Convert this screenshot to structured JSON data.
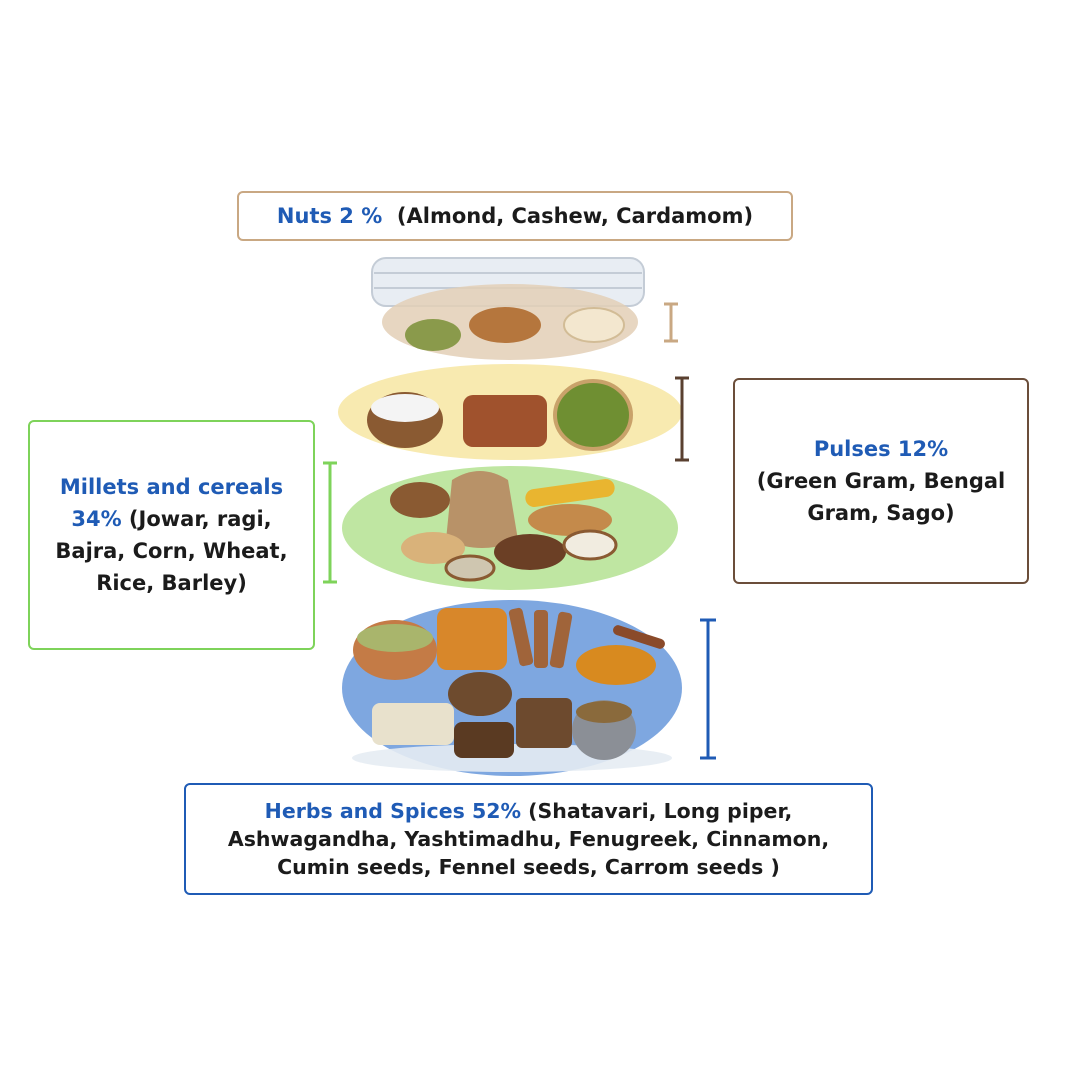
{
  "nuts": {
    "category": "Nuts 2 %",
    "items": "(Almond, Cashew, Cardamom)",
    "color": "#c9a883"
  },
  "pulses": {
    "category": "Pulses 12%",
    "items": "(Green Gram, Bengal Gram, Sago)",
    "color": "#6b4e3a"
  },
  "millets": {
    "category": "Millets and cereals 34%",
    "items": "(Jowar, ragi, Bajra, Corn, Wheat, Rice, Barley)",
    "color": "#7ed35a"
  },
  "herbs": {
    "category": "Herbs and Spices 52%",
    "items": "(Shatavari, Long piper, Ashwagandha, Yashtimadhu, Fenugreek, Cinnamon, Cumin seeds, Fennel seeds, Carrom seeds )",
    "color": "#1f5bb5"
  },
  "label_color": "#1f5bb5"
}
